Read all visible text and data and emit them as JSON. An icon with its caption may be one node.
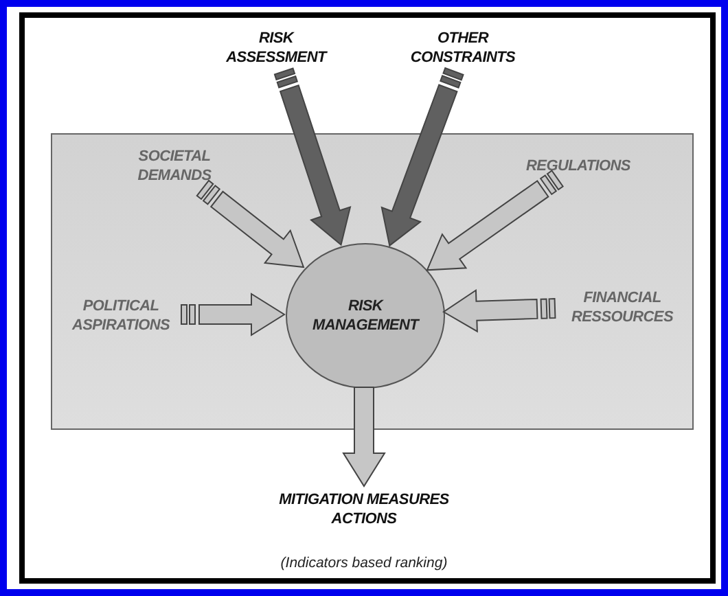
{
  "diagram": {
    "nodes": [
      {
        "text": [],
        "shape": "box"
      },
      {
        "text": [
          "RISK ASSESSMENT"
        ]
      },
      {
        "text": [
          "OTHER CONSTRAINTS"
        ]
      },
      {
        "text": [
          "SOCIETAL DEMANDS"
        ],
        "in": 0
      },
      {
        "text": [
          "REGULATIONS"
        ],
        "in": 0
      },
      {
        "text": [
          "POLITICAL ASPIRATIONS"
        ],
        "in": 0
      },
      {
        "text": [
          "FINANCIAL RESSOURCES"
        ],
        "in": 0
      },
      {
        "text": [
          "RISK MANAGEMENT"
        ],
        "in": 0
      },
      {
        "text": [
          "MITIGATION MEASURES ACTIONS"
        ]
      }
    ],
    "edges": [
      {
        "from": 1,
        "to": 7,
        "arrow": "to",
        "color": "#606060"
      },
      {
        "from": 2,
        "to": 7,
        "arrow": "to",
        "color": "#606060"
      },
      {
        "from": 3,
        "to": 7,
        "arrow": "to"
      },
      {
        "from": 4,
        "to": 7,
        "arrow": "to"
      },
      {
        "from": 5,
        "to": 7,
        "arrow": "to"
      },
      {
        "from": 6,
        "to": 7,
        "arrow": "to"
      },
      {
        "from": 7,
        "to": 8,
        "arrow": "to"
      }
    ],
    "labels": [
      "(Indicators based ranking)"
    ]
  }
}
